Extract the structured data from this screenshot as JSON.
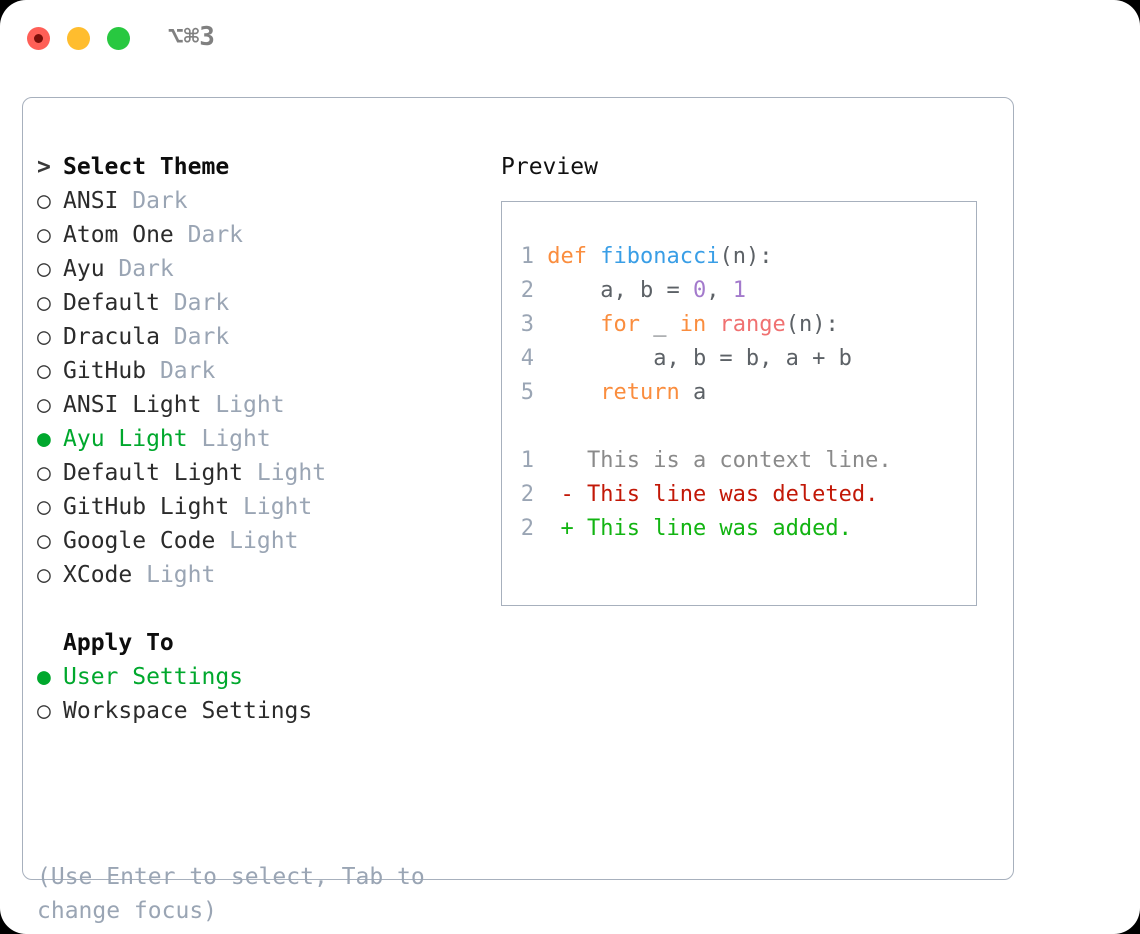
{
  "window": {
    "shortcut": "⌥⌘3",
    "traffic_lights": [
      "close",
      "minimize",
      "maximize"
    ],
    "colors": {
      "close": "#ff5f57",
      "minimize": "#ffbd2e",
      "maximize": "#28c840",
      "accent_green": "#00a82d",
      "muted": "#9aa5b4",
      "border": "#a7b0bd"
    }
  },
  "theme_list": {
    "header": {
      "marker": ">",
      "label": "Select Theme"
    },
    "items": [
      {
        "marker": "○",
        "label": "ANSI",
        "tag": "Dark",
        "selected": false
      },
      {
        "marker": "○",
        "label": "Atom One",
        "tag": "Dark",
        "selected": false
      },
      {
        "marker": "○",
        "label": "Ayu",
        "tag": "Dark",
        "selected": false
      },
      {
        "marker": "○",
        "label": "Default",
        "tag": "Dark",
        "selected": false
      },
      {
        "marker": "○",
        "label": "Dracula",
        "tag": "Dark",
        "selected": false
      },
      {
        "marker": "○",
        "label": "GitHub",
        "tag": "Dark",
        "selected": false
      },
      {
        "marker": "○",
        "label": "ANSI Light",
        "tag": "Light",
        "selected": false
      },
      {
        "marker": "●",
        "label": "Ayu Light",
        "tag": "Light",
        "selected": true
      },
      {
        "marker": "○",
        "label": "Default Light",
        "tag": "Light",
        "selected": false
      },
      {
        "marker": "○",
        "label": "GitHub Light",
        "tag": "Light",
        "selected": false
      },
      {
        "marker": "○",
        "label": "Google Code",
        "tag": "Light",
        "selected": false
      },
      {
        "marker": "○",
        "label": "XCode",
        "tag": "Light",
        "selected": false
      }
    ]
  },
  "apply_to": {
    "header": {
      "marker": " ",
      "label": "Apply To"
    },
    "items": [
      {
        "marker": "●",
        "label": "User Settings",
        "selected": true
      },
      {
        "marker": "○",
        "label": "Workspace Settings",
        "selected": false
      }
    ]
  },
  "help": {
    "line1": "(Use Enter to select, Tab to",
    "line2": "change focus)"
  },
  "preview": {
    "title": "Preview",
    "code": {
      "lines": [
        {
          "n": "1",
          "tokens": [
            {
              "t": "def",
              "c": "kw"
            },
            {
              "t": " ",
              "c": "plain"
            },
            {
              "t": "fibonacci",
              "c": "fn"
            },
            {
              "t": "(n):",
              "c": "punct"
            }
          ]
        },
        {
          "n": "2",
          "tokens": [
            {
              "t": "    a, b = ",
              "c": "plain"
            },
            {
              "t": "0",
              "c": "num"
            },
            {
              "t": ", ",
              "c": "plain"
            },
            {
              "t": "1",
              "c": "num"
            }
          ]
        },
        {
          "n": "3",
          "tokens": [
            {
              "t": "    ",
              "c": "plain"
            },
            {
              "t": "for",
              "c": "kw"
            },
            {
              "t": " _ ",
              "c": "plain"
            },
            {
              "t": "in",
              "c": "kw"
            },
            {
              "t": " ",
              "c": "plain"
            },
            {
              "t": "range",
              "c": "call"
            },
            {
              "t": "(n):",
              "c": "punct"
            }
          ]
        },
        {
          "n": "4",
          "tokens": [
            {
              "t": "        a, b = b, a + b",
              "c": "plain"
            }
          ]
        },
        {
          "n": "5",
          "tokens": [
            {
              "t": "    ",
              "c": "plain"
            },
            {
              "t": "return",
              "c": "kw"
            },
            {
              "t": " a",
              "c": "plain"
            }
          ]
        }
      ]
    },
    "diff": {
      "lines": [
        {
          "n": "1",
          "sign": " ",
          "text": "This is a context line.",
          "kind": "dcontext"
        },
        {
          "n": "2",
          "sign": "-",
          "text": "This line was deleted.",
          "kind": "ddel"
        },
        {
          "n": "2",
          "sign": "+",
          "text": "This line was added.",
          "kind": "dadd"
        }
      ]
    }
  }
}
